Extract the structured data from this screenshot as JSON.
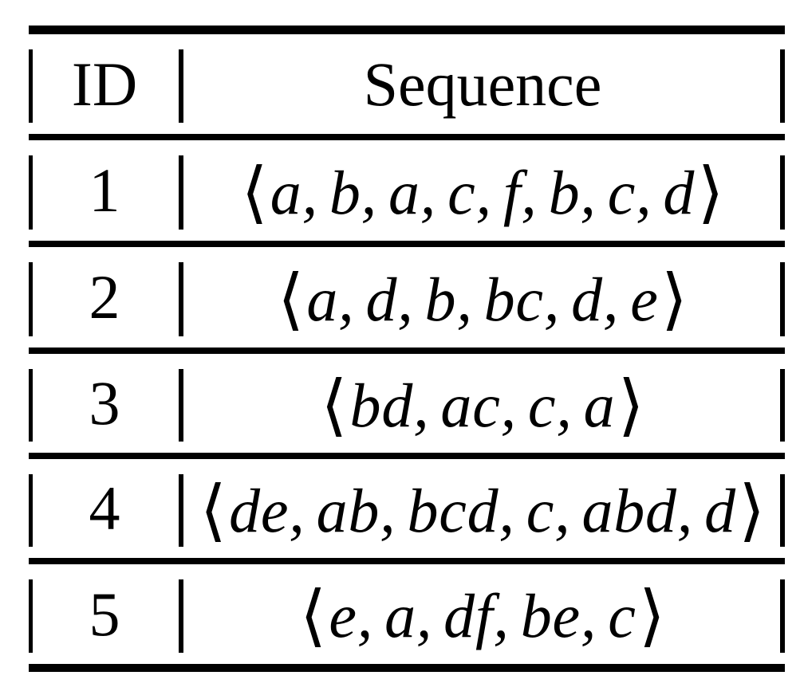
{
  "colors": {
    "foreground": "#000000",
    "background": "#ffffff"
  },
  "table": {
    "columns": [
      "ID",
      "Sequence"
    ],
    "symbols": {
      "open_angle_bracket": "⟨",
      "close_angle_bracket": "⟩"
    },
    "rows": [
      {
        "id": "1",
        "items": [
          "a",
          "b",
          "a",
          "c",
          "f",
          "b",
          "c",
          "d"
        ]
      },
      {
        "id": "2",
        "items": [
          "a",
          "d",
          "b",
          "bc",
          "d",
          "e"
        ]
      },
      {
        "id": "3",
        "items": [
          "bd",
          "ac",
          "c",
          "a"
        ]
      },
      {
        "id": "4",
        "items": [
          "de",
          "ab",
          "bcd",
          "c",
          "abd",
          "d"
        ]
      },
      {
        "id": "5",
        "items": [
          "e",
          "a",
          "df",
          "be",
          "c"
        ]
      }
    ]
  }
}
